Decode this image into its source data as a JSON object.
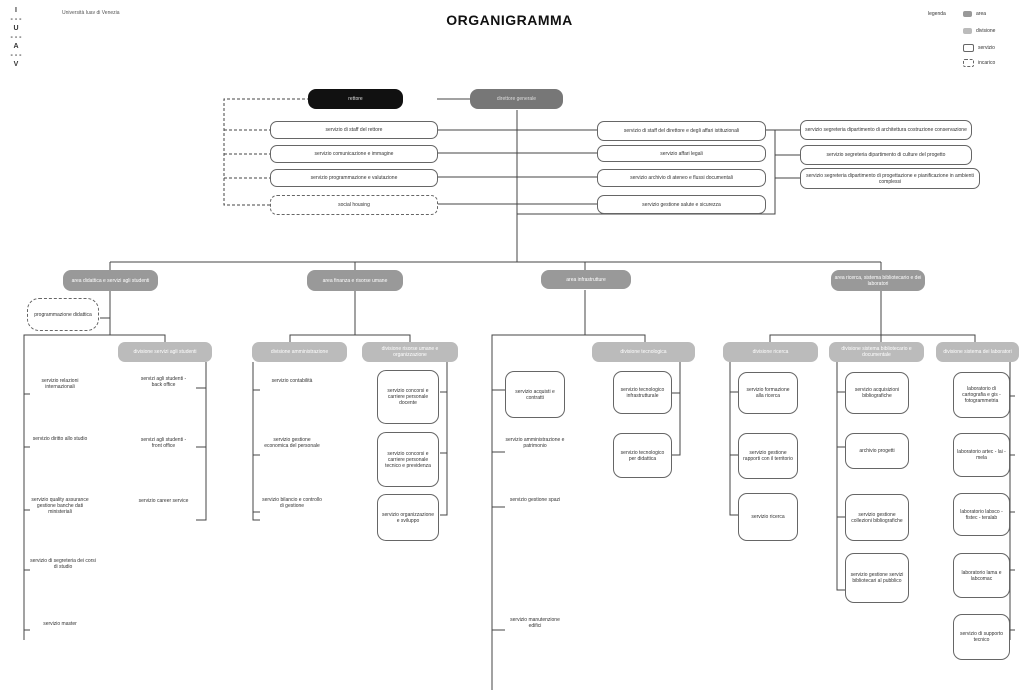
{
  "header": {
    "title": "ORGANIGRAMMA",
    "university": "Università Iuav di Venezia",
    "logo_letters": [
      "I",
      "U",
      "A",
      "V"
    ]
  },
  "legend": {
    "title": "legenda",
    "items": [
      "area",
      "divisione",
      "servizio",
      "incarico"
    ],
    "colors": {
      "area": "#999999",
      "divisione": "#bbbbbb"
    }
  },
  "top": {
    "rettore": "rettore",
    "direttore": "direttore generale"
  },
  "left_services": [
    "servizio di staff del rettore",
    "servizio comunicazione e immagine",
    "servizio programmazione e valutazione",
    "social housing"
  ],
  "mid_services": [
    "servizio di staff del direttore e degli affari istituzionali",
    "servizio affari legali",
    "servizio archivio di ateneo e flussi documentali",
    "servizio gestione salute e sicurezza"
  ],
  "right_services": [
    "servizio segreteria dipartimento di architettura costruzione conservazione",
    "servizio segreteria dipartimento di culture del progetto",
    "servizio segreteria dipartimento di progettazione e pianificazione in ambienti complessi"
  ],
  "areas": [
    "area didattica e servizi agli studenti",
    "area finanza e risorse umane",
    "area infrastrutture",
    "area ricerca, sistema bibliotecario e dei laboratori"
  ],
  "didattica": {
    "incarico": "programmazione didattica",
    "services": [
      "servizio relazioni internazionali",
      "servizio diritto allo studio",
      "servizio quality assurance gestione banche dati ministeriali",
      "servizio di segreteria dei corsi di studio",
      "servizio master"
    ],
    "division": "divisione servizi agli studenti",
    "div_services": [
      "servizi agli studenti - back office",
      "servizi agli studenti - front office",
      "servizio career service"
    ]
  },
  "finanza": {
    "div1": "divisione amministrazione",
    "div1_services": [
      "servizio contabilità",
      "servizio gestione economica del personale",
      "servizio bilancio e controllo di gestione"
    ],
    "div2": "divisione risorse umane e organizzazione",
    "div2_services": [
      "servizio concorsi e carriere personale docente",
      "servizio concorsi e carriere personale tecnico e previdenza",
      "servizio organizzazione e sviluppo"
    ]
  },
  "infrastrutture": {
    "services": [
      "servizio acquisti e contratti",
      "servizio amministrazione e patrimonio",
      "servizio gestione spazi",
      "servizio manutenzione edifici"
    ],
    "division": "divisione tecnologica",
    "div_services": [
      "servizio tecnologico infrastrutturale",
      "servizio tecnologico per didattica"
    ]
  },
  "ricerca": {
    "div1": "divisione ricerca",
    "div1_services": [
      "servizio formazione alla ricerca",
      "servizio gestione rapporti con il territorio",
      "servizio ricerca"
    ],
    "div2": "divisione sistema bibliotecario e documentale",
    "div2_services": [
      "servizio acquisizioni bibliografiche",
      "archivio progetti",
      "servizio gestione collezioni bibliografiche",
      "servizio gestione servizi bibliotecari al pubblico"
    ],
    "div3": "divisione sistema dei laboratori",
    "div3_services": [
      "laboratorio di cartografia e gis - fotogrammetria",
      "laboratorio artec - lai - mela",
      "laboratorio labsco - fistec - teralab",
      "laboratorio lama e labcomac",
      "servizio di supporto tecnico"
    ]
  }
}
